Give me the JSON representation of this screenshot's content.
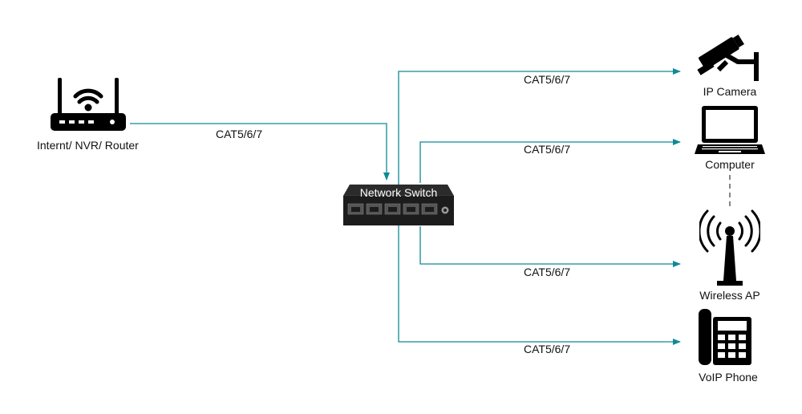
{
  "colors": {
    "wire": "#0e8a96",
    "device": "#000000",
    "switch_body": "#2b2b2b"
  },
  "router": {
    "label": "Internt/ NVR/ Router",
    "icon": "wifi-router-icon"
  },
  "switch": {
    "label": "Network Switch",
    "icon": "network-switch-icon"
  },
  "devices": {
    "ip_camera": {
      "label": "IP Camera",
      "icon": "cctv-camera-icon"
    },
    "computer": {
      "label": "Computer",
      "icon": "laptop-icon"
    },
    "wireless_ap": {
      "label": "Wireless AP",
      "icon": "antenna-tower-icon"
    },
    "voip_phone": {
      "label": "VoIP Phone",
      "icon": "desk-phone-icon"
    }
  },
  "cables": {
    "router_to_switch": "CAT5/6/7",
    "switch_to_camera": "CAT5/6/7",
    "switch_to_computer": "CAT5/6/7",
    "switch_to_ap": "CAT5/6/7",
    "switch_to_phone": "CAT5/6/7"
  }
}
